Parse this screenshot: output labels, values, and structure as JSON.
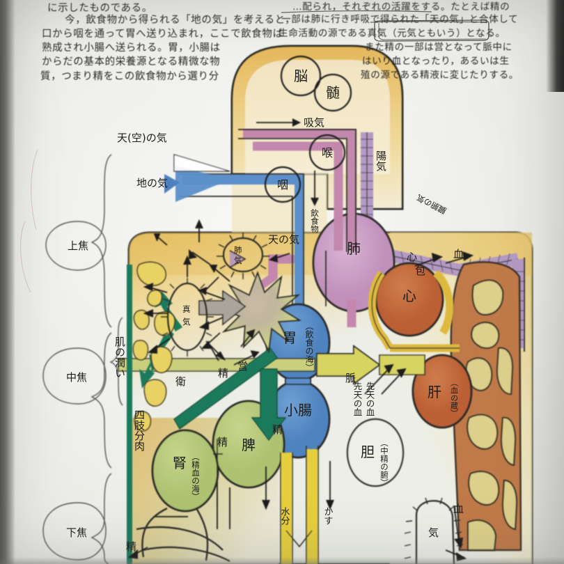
{
  "meta": {
    "kind": "photographed-textbook-page",
    "subject": "Traditional Japanese/Chinese medicine diagram of Qi, Blood and Essence circulation"
  },
  "text_top_left": [
    "に示したものである。",
    "　今，飲食物から得られる「地の気」を考えると，",
    "口から咽を通って胃へ送り込まれ，ここで飲食物は",
    "熟成され小腸へ送られる。胃，小腸は",
    "からだの基本的栄養源となる精微な物",
    "質，つまり精をこの飲食物から選り分"
  ],
  "text_top_right": [
    "…配られ，それぞれの活躍をする。たとえば精の",
    "一部は肺に行き呼吸で得られた「天の気」と合体して",
    "生命活動の源である真気（元気ともいう）となる。",
    "また精の一部は営となって脈中に",
    "はいり血となったり，あるいは生",
    "殖の源である精液に変じたりする。"
  ],
  "boxed_phrase": "真気（元気ともいう）",
  "jiao_brackets": [
    {
      "label": "上焦",
      "reading": "joushou"
    },
    {
      "label": "中焦",
      "reading": "chuushou"
    },
    {
      "label": "下焦",
      "reading": "geshou"
    }
  ],
  "left_labels": [
    {
      "label": "天(空)の気"
    },
    {
      "label": "地の気"
    },
    {
      "label": "肌の潤い"
    },
    {
      "label": "四肢分肉"
    }
  ],
  "head_labels": [
    {
      "label": "脳"
    },
    {
      "label": "髄"
    },
    {
      "label": "吸気"
    },
    {
      "label": "喉"
    },
    {
      "label": "咽"
    },
    {
      "label": "飲食物"
    },
    {
      "label": "陽気"
    }
  ],
  "organs": [
    {
      "name": "肺",
      "sub": "",
      "color": "#c8a0c2"
    },
    {
      "name": "心",
      "sub": "",
      "color": "#c4673a"
    },
    {
      "name": "肝",
      "sub": "（血の蔵）",
      "color": "#c4673a"
    },
    {
      "name": "胃",
      "sub": "（飲食の海）",
      "color": "#5b8fc9"
    },
    {
      "name": "小腸",
      "sub": "",
      "color": "#5b8fc9"
    },
    {
      "name": "脾",
      "sub": "",
      "color": "#b6c97a"
    },
    {
      "name": "腎",
      "sub": "（精血の海）",
      "color": "#b6c97a"
    },
    {
      "name": "胆",
      "sub": "（中精の腑）",
      "color": "#ffffff"
    }
  ],
  "flow_labels": [
    {
      "label": "天の気"
    },
    {
      "label": "肺気"
    },
    {
      "label": "真気"
    },
    {
      "label": "営"
    },
    {
      "label": "衛"
    },
    {
      "label": "精"
    },
    {
      "label": "脈"
    },
    {
      "label": "心包"
    },
    {
      "label": "血"
    },
    {
      "label": "気"
    },
    {
      "label": "水分"
    },
    {
      "label": "かす"
    },
    {
      "label": "先天の血"
    },
    {
      "label": "臓腑の気"
    }
  ],
  "colors": {
    "paper": "#ebebe6",
    "body_outline": "#2a2a26",
    "lung_pink": "#c8a0c2",
    "heart_orange": "#c4673a",
    "stomach_blue": "#5b8fc9",
    "spleen_green": "#b6c97a",
    "yellow_gold": "#ddb93f",
    "wei_green": "#1f7a5c",
    "vessel_purple": "#b49ac4",
    "skin_tan": "#e0b964"
  }
}
